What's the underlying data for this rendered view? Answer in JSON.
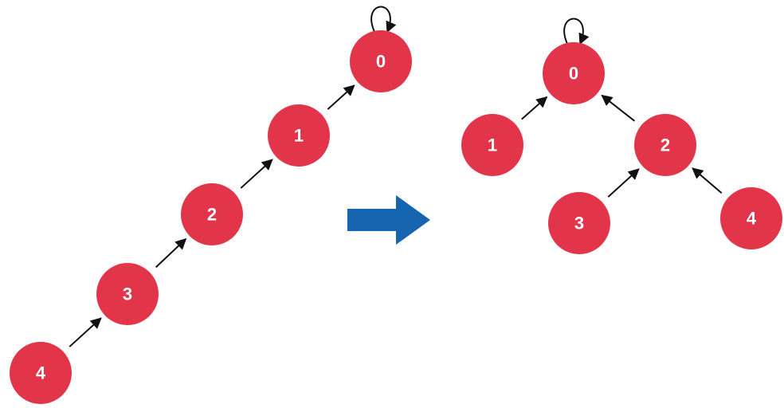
{
  "colors": {
    "node_fill": "#e3354a",
    "node_text": "#ffffff",
    "edge": "#111111",
    "transform_arrow": "#1565b0"
  },
  "before_tree": {
    "nodes": [
      {
        "id": "0",
        "label": "0"
      },
      {
        "id": "1",
        "label": "1"
      },
      {
        "id": "2",
        "label": "2"
      },
      {
        "id": "3",
        "label": "3"
      },
      {
        "id": "4",
        "label": "4"
      }
    ],
    "edges": [
      {
        "from": "4",
        "to": "3"
      },
      {
        "from": "3",
        "to": "2"
      },
      {
        "from": "2",
        "to": "1"
      },
      {
        "from": "1",
        "to": "0"
      },
      {
        "from": "0",
        "to": "0"
      }
    ]
  },
  "transform_arrow": {
    "icon": "right-arrow-icon"
  },
  "after_tree": {
    "nodes": [
      {
        "id": "0",
        "label": "0"
      },
      {
        "id": "1",
        "label": "1"
      },
      {
        "id": "2",
        "label": "2"
      },
      {
        "id": "3",
        "label": "3"
      },
      {
        "id": "4",
        "label": "4"
      }
    ],
    "edges": [
      {
        "from": "1",
        "to": "0"
      },
      {
        "from": "2",
        "to": "0"
      },
      {
        "from": "3",
        "to": "2"
      },
      {
        "from": "4",
        "to": "2"
      },
      {
        "from": "0",
        "to": "0"
      }
    ]
  }
}
